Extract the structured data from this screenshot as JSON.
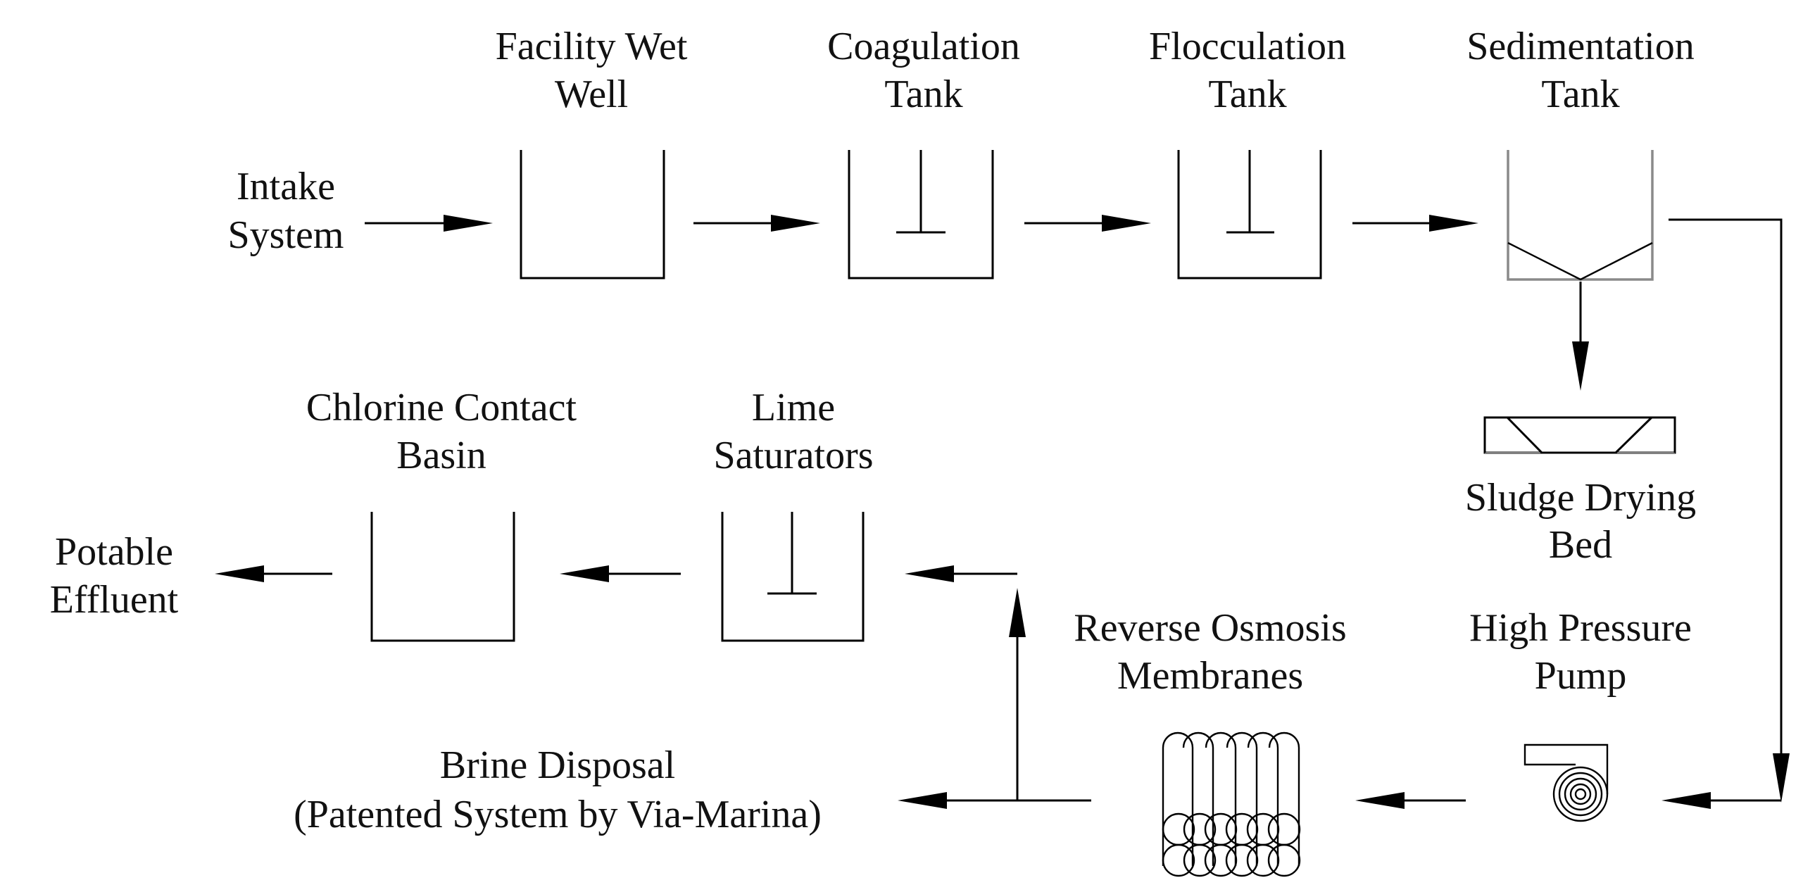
{
  "diagram": {
    "labels": {
      "intake": [
        "Intake",
        "System"
      ],
      "wet_well": [
        "Facility Wet",
        "Well"
      ],
      "coagulation": [
        "Coagulation",
        "Tank"
      ],
      "flocculation": [
        "Flocculation",
        "Tank"
      ],
      "sedimentation": [
        "Sedimentation",
        "Tank"
      ],
      "sludge": [
        "Sludge Drying",
        "Bed"
      ],
      "hp_pump": [
        "High Pressure",
        "Pump"
      ],
      "ro": [
        "Reverse Osmosis",
        "Membranes"
      ],
      "brine": [
        "Brine Disposal",
        "(Patented System by Via-Marina)"
      ],
      "lime": [
        "Lime",
        "Saturators"
      ],
      "chlorine": [
        "Chlorine Contact",
        "Basin"
      ],
      "potable": [
        "Potable",
        "Effluent"
      ]
    }
  }
}
